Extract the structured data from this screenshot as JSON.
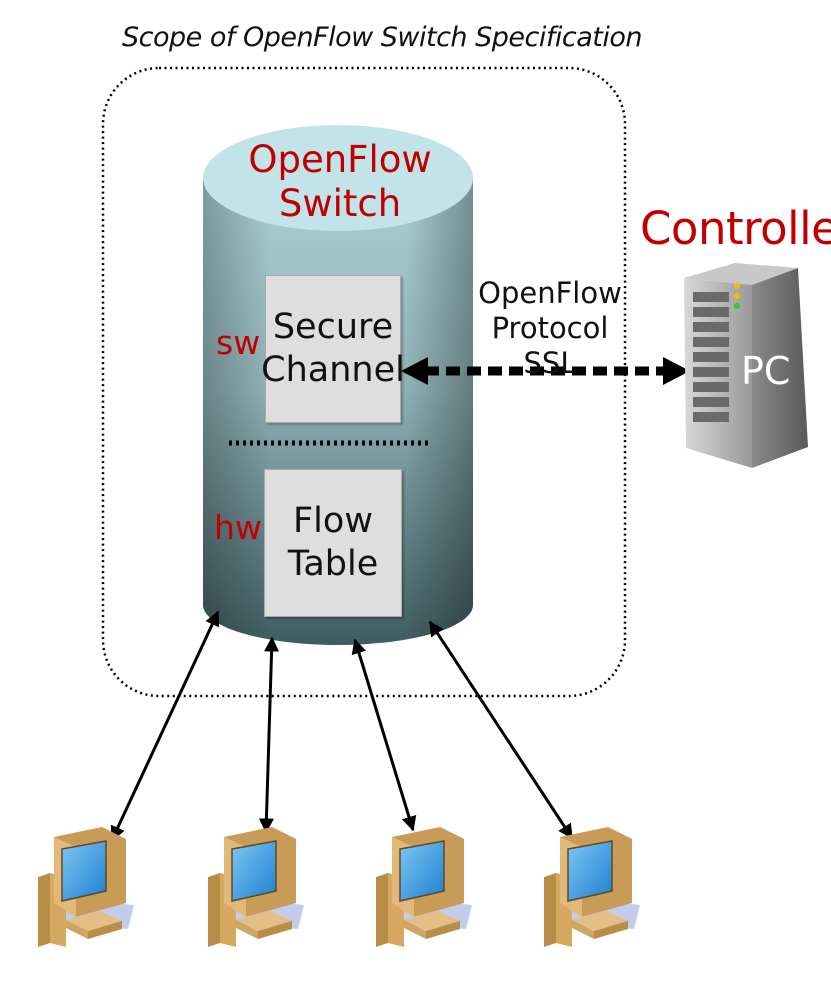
{
  "scope": {
    "title": "Scope of OpenFlow Switch Specification"
  },
  "switch": {
    "title": "OpenFlow Switch"
  },
  "secure_channel": {
    "label": "Secure Channel",
    "layer": "sw"
  },
  "flow_table": {
    "label": "Flow Table",
    "layer": "hw"
  },
  "link": {
    "lines": [
      "OpenFlow",
      "Protocol",
      "SSL"
    ]
  },
  "controller": {
    "title": "Controller",
    "pc_label": "PC"
  },
  "hosts": {
    "count": 4
  },
  "colors": {
    "accent": "#c00000",
    "cylinder_light": "#bfe1e6",
    "cylinder_dark": "#4d6e72",
    "box": "#dedede"
  }
}
